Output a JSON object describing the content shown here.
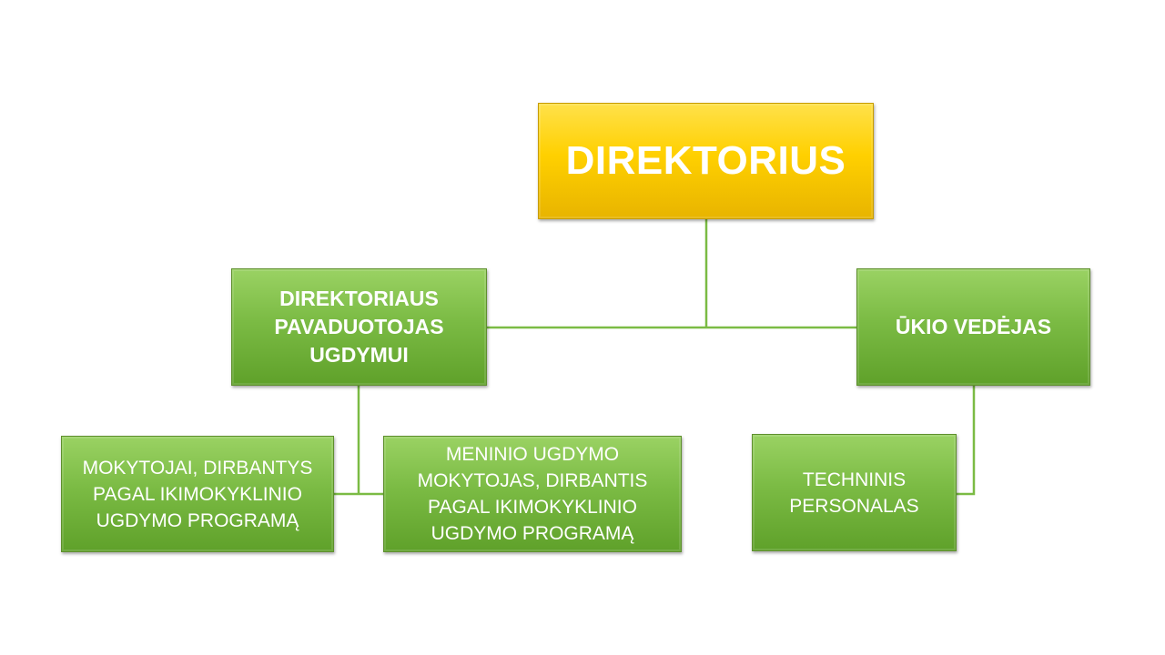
{
  "colors": {
    "root_fill": "#ffd000",
    "node_fill": "#7bbb44",
    "connector": "#7bbb44",
    "text": "#ffffff"
  },
  "org_chart": {
    "director": {
      "label": "DIREKTORIUS"
    },
    "deputy": {
      "label": "DIREKTORIAUS PAVADUOTOJAS UGDYMUI"
    },
    "facility_manager": {
      "label": "ŪKIO VEDĖJAS"
    },
    "teachers": {
      "label": "MOKYTOJAI, DIRBANTYS PAGAL IKIMOKYKLINIO UGDYMO PROGRAMĄ"
    },
    "music_teacher": {
      "label": "MENINIO UGDYMO MOKYTOJAS, DIRBANTIS PAGAL IKIMOKYKLINIO UGDYMO PROGRAMĄ"
    },
    "technical_staff": {
      "label": "TECHNINIS PERSONALAS"
    }
  }
}
